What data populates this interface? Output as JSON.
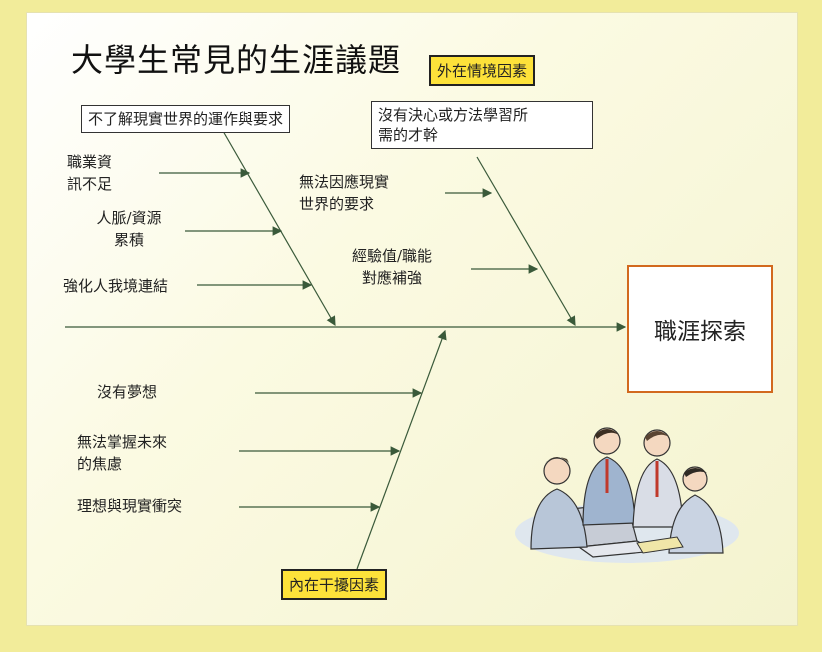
{
  "title": "大學生常見的生涯議題",
  "tags": {
    "external": "外在情境因素",
    "internal": "內在干擾因素"
  },
  "boxes": {
    "top_left": "不了解現實世界的運作與要求",
    "top_right_line1": "沒有決心或方法學習所",
    "top_right_line2": "需的才幹"
  },
  "causes": {
    "upper_left": [
      {
        "line1": "職業資",
        "line2": "訊不足"
      },
      {
        "line1": "人脈/資源",
        "line2": "累積"
      },
      {
        "line1": "強化人我境連結"
      }
    ],
    "upper_right": [
      {
        "line1": "無法因應現實",
        "line2": "世界的要求"
      },
      {
        "line1": "經驗值/職能",
        "line2": "對應補強"
      }
    ],
    "lower": [
      {
        "line1": "沒有夢想"
      },
      {
        "line1": "無法掌握未來",
        "line2": "的焦慮"
      },
      {
        "line1": "理想與現實衝突"
      }
    ]
  },
  "effect": "職涯探索",
  "colors": {
    "tag_fill": "#fde23a",
    "effect_border": "#d2691e",
    "line": "#3a5a3a",
    "frame": "#f2ec9a"
  },
  "illustration": "people-meeting-clipart"
}
